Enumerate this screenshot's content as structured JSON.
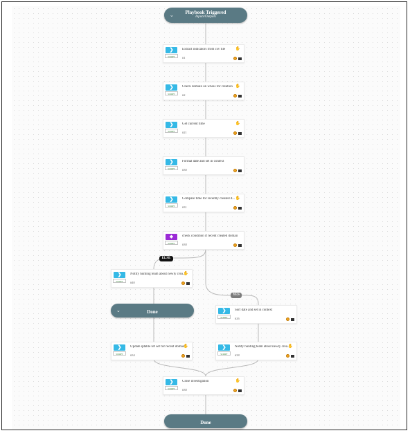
{
  "start": {
    "title": "Playbook Triggered",
    "subtitle": "Inputs/Outputs",
    "chevron": "⌄"
  },
  "end_left": {
    "label": "Done",
    "chevron": "⌄"
  },
  "end_bottom": {
    "label": "Done"
  },
  "tasks": [
    {
      "label": "Extract indicators from csv file",
      "num": "#1",
      "icon": "script-icon"
    },
    {
      "label": "Check domain on whois for creation",
      "num": "#2",
      "icon": "script-icon"
    },
    {
      "label": "Get current time",
      "num": "#21",
      "icon": "script-icon"
    },
    {
      "label": "Format date and set in context",
      "num": "#30",
      "icon": "script-icon"
    },
    {
      "label": "Compare time for recently created d...",
      "num": "#31",
      "icon": "script-icon"
    },
    {
      "label": "check condition if recent created domain...",
      "num": "#38",
      "icon": "condition-icon"
    },
    {
      "label": "Notify hunting team about newly crea...",
      "num": "#40",
      "icon": "script-icon"
    },
    {
      "label": "Sort date and set in context",
      "num": "#26",
      "icon": "script-icon"
    },
    {
      "label": "Update iptable ref set for recent domains",
      "num": "#34",
      "icon": "script-icon"
    },
    {
      "label": "Notify hunting team about newly crea...",
      "num": "#38",
      "icon": "script-icon"
    },
    {
      "label": "Close investigation",
      "num": "#38",
      "icon": "script-icon"
    }
  ],
  "badge_text": "SCRIPT",
  "branches": {
    "else": "ELSE",
    "yes": "YES"
  },
  "colors": {
    "pill": "#5a7a84",
    "script": "#35b9e6",
    "condition": "#9b2bd6",
    "warn": "#f2a623"
  }
}
